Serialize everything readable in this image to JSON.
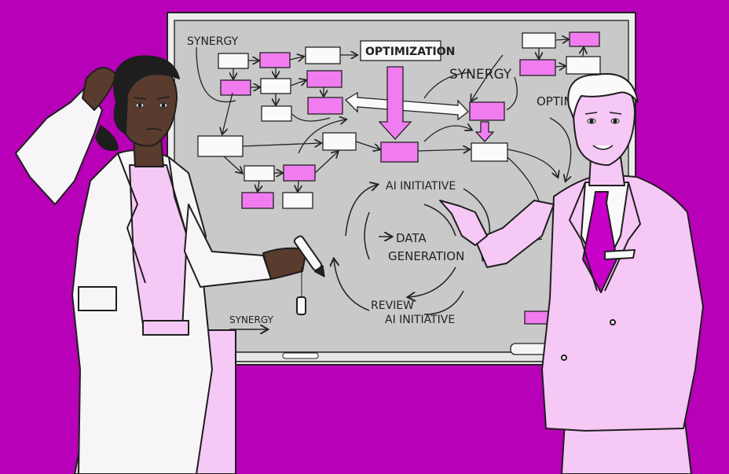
{
  "colors": {
    "background": "#b800b8",
    "board": "#c9c9c9",
    "accent_pink": "#f07cf0",
    "suit_pink": "#f6c8f6",
    "ink": "#1e1e1e"
  },
  "whiteboard": {
    "labels": {
      "synergy_top_left": "SYNERGY",
      "optimization": "OPTIMIZATION",
      "synergy_top_right": "SYNERGY",
      "optim_partial": "OPTIM",
      "ai_initiative": "AI INITIATIVE",
      "data": "DATA",
      "generation": "GENERATION",
      "review": "REVIEW",
      "ai_initiative_bottom": "AI INITIATIVE",
      "synergy_bottom_left": "SYNERGY"
    }
  },
  "people": {
    "left": "confused-woman-holding-marker",
    "right": "smiling-man-pointing"
  }
}
